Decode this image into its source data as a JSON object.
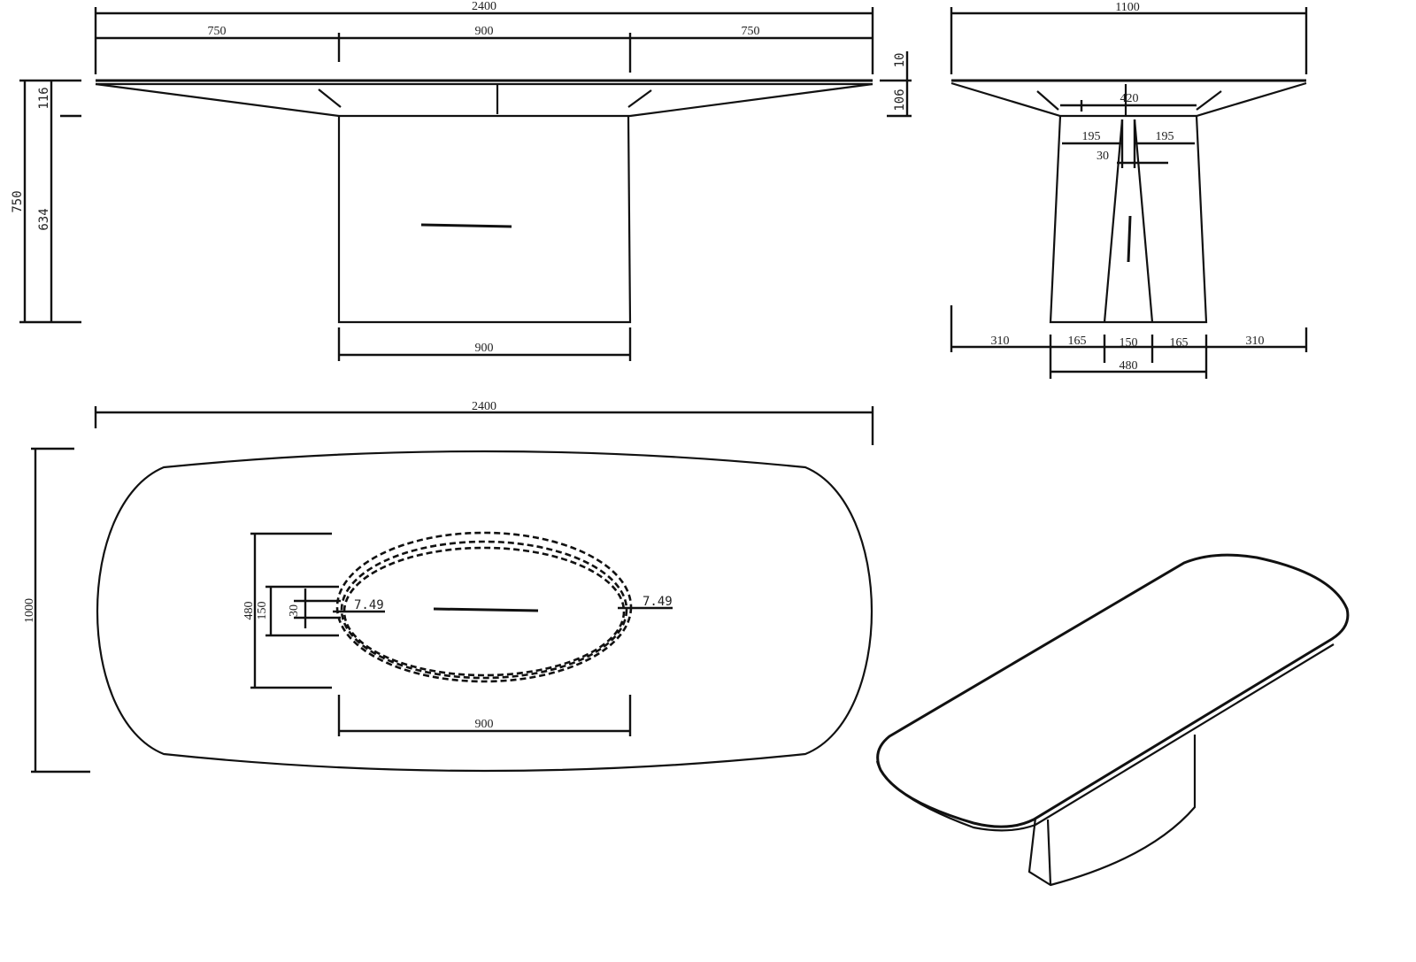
{
  "front_view": {
    "overall_width": "2400",
    "overhang_left": "750",
    "base_width_top": "900",
    "overhang_right": "750",
    "base_width_bottom": "900",
    "total_height": "750",
    "apron_height": "116",
    "base_height": "634",
    "top_thickness": "10",
    "apron_right": "106"
  },
  "side_view": {
    "overall_depth": "1100",
    "top_of_base": "420",
    "half_left": "195",
    "half_right": "195",
    "gap": "30",
    "offset_left": "310",
    "leg_left": "165",
    "center": "150",
    "leg_right": "165",
    "offset_right": "310",
    "base_depth": "480"
  },
  "plan_view": {
    "overall_length": "2400",
    "overall_width": "1000",
    "base_depth": "480",
    "inner": "150",
    "gap": "30",
    "angle_left": "7.49",
    "angle_right": "7.49",
    "base_length": "900"
  }
}
